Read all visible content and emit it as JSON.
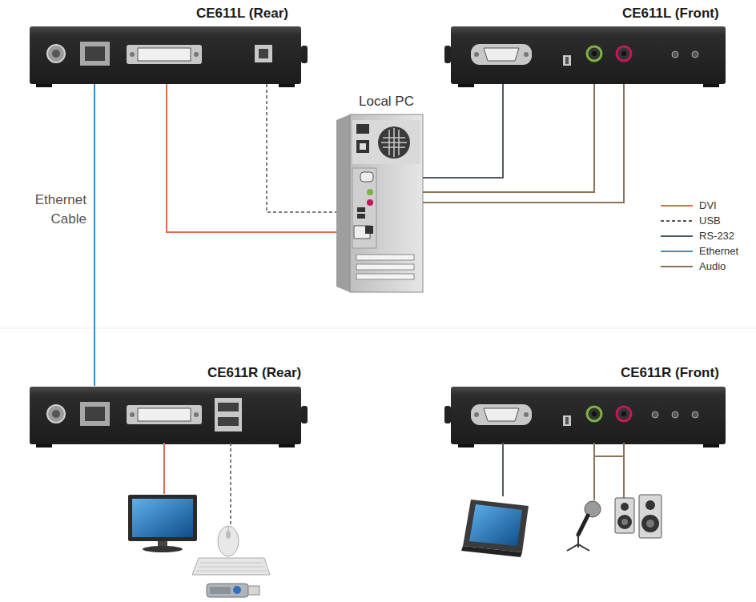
{
  "diagram": {
    "nodes": [
      {
        "text": [
          "CE611L (Rear)"
        ]
      },
      {
        "text": [
          "CE611L (Front)"
        ]
      },
      {
        "text": [
          "Local PC"
        ]
      },
      {
        "text": [
          "CE611R (Rear)"
        ]
      },
      {
        "text": [
          "CE611R (Front)"
        ]
      }
    ],
    "edges": [
      {
        "from": 0,
        "to": 2,
        "arrow": "none"
      },
      {
        "from": 0,
        "to": 2,
        "arrow": "none"
      },
      {
        "from": 1,
        "to": 2,
        "arrow": "none"
      },
      {
        "from": 1,
        "to": 2,
        "arrow": "none"
      },
      {
        "from": 1,
        "to": 2,
        "arrow": "none"
      },
      {
        "from": 0,
        "to": 3,
        "label": "Ethernet Cable",
        "arrow": "none"
      }
    ],
    "legend": [
      {
        "text": "DVI"
      },
      {
        "text": "USB"
      },
      {
        "text": "RS-232"
      },
      {
        "text": "Ethernet"
      },
      {
        "text": "Audio"
      }
    ]
  }
}
